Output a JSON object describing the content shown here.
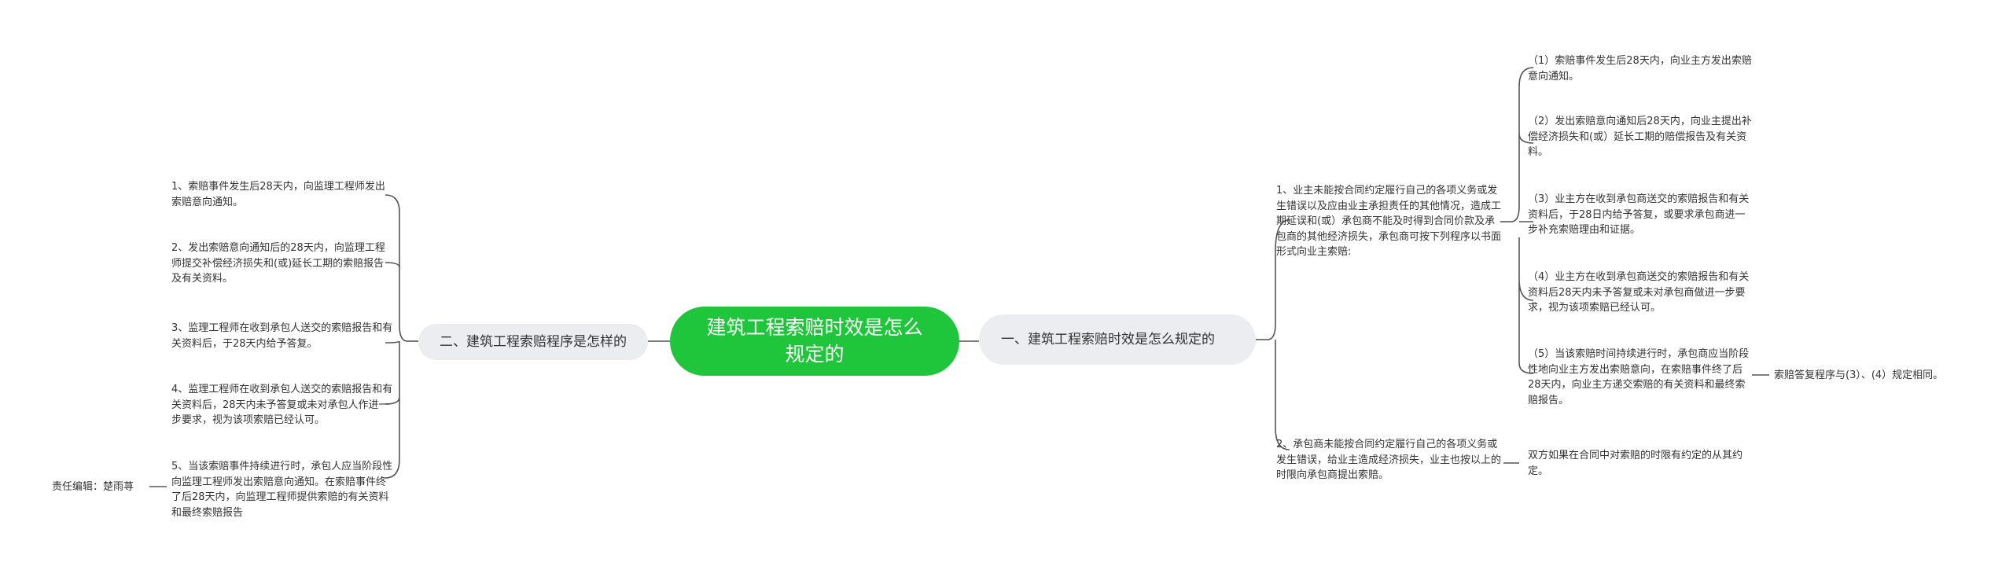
{
  "root": {
    "label": "建筑工程索赔时效是怎么规定的"
  },
  "right": {
    "label": "一、建筑工程索赔时效是怎么规定的",
    "items": [
      {
        "text": "1、业主未能按合同约定履行自己的各项义务或发生错误以及应由业主承担责任的其他情况，造成工期延误和(或）承包商不能及时得到合同价款及承包商的其他经济损失，承包商可按下列程序以书面形式向业主索赔:",
        "children": [
          "（1）索赔事件发生后28天内，向业主方发出索赔意向通知。",
          "（2）发出索赔意向通知后28天内，向业主提出补偿经济损失和(或）延长工期的赔偿报告及有关资料。",
          "（3）业主方在收到承包商送交的索赔报告和有关资料后，于28日内给予答复，或要求承包商进一步补充索赔理由和证据。",
          "（4）业主方在收到承包商送交的索赔报告和有关资料后28天内未予答复或未对承包商做进一步要求，视为该项索赔已经认可。",
          "（5）当该索赔时间持续进行时，承包商应当阶段性地向业主方发出索赔意向，在索赔事件终了后28天内，向业主方递交索赔的有关资料和最终索赔报告。"
        ],
        "tail": "索赔答复程序与(3）、(4）规定相同。"
      },
      {
        "text": "2、承包商未能按合同约定履行自己的各项义务或发生错误，给业主造成经济损失，业主也按以上的时限向承包商提出索赔。",
        "tail": "双方如果在合同中对索赔的时限有约定的从其约定。"
      }
    ]
  },
  "left": {
    "label": "二、建筑工程索赔程序是怎样的",
    "items": [
      "1、索赔事件发生后28天内，向监理工程师发出索赔意向通知。",
      "2、发出索赔意向通知后的28天内，向监理工程师提交补偿经济损失和(或)延长工期的索赔报告及有关资料。",
      "3、监理工程师在收到承包人送交的索赔报告和有关资料后，于28天内给予答复。",
      "4、监理工程师在收到承包人送交的索赔报告和有关资料后，28天内未予答复或未对承包人作进一步要求，视为该项索赔已经认可。",
      "5、当该索赔事件持续进行时，承包人应当阶段性向监理工程师发出索赔意向通知。在索赔事件终了后28天内，向监理工程师提供索赔的有关资料和最终索赔报告"
    ],
    "tail": "责任编辑：楚雨荨"
  }
}
